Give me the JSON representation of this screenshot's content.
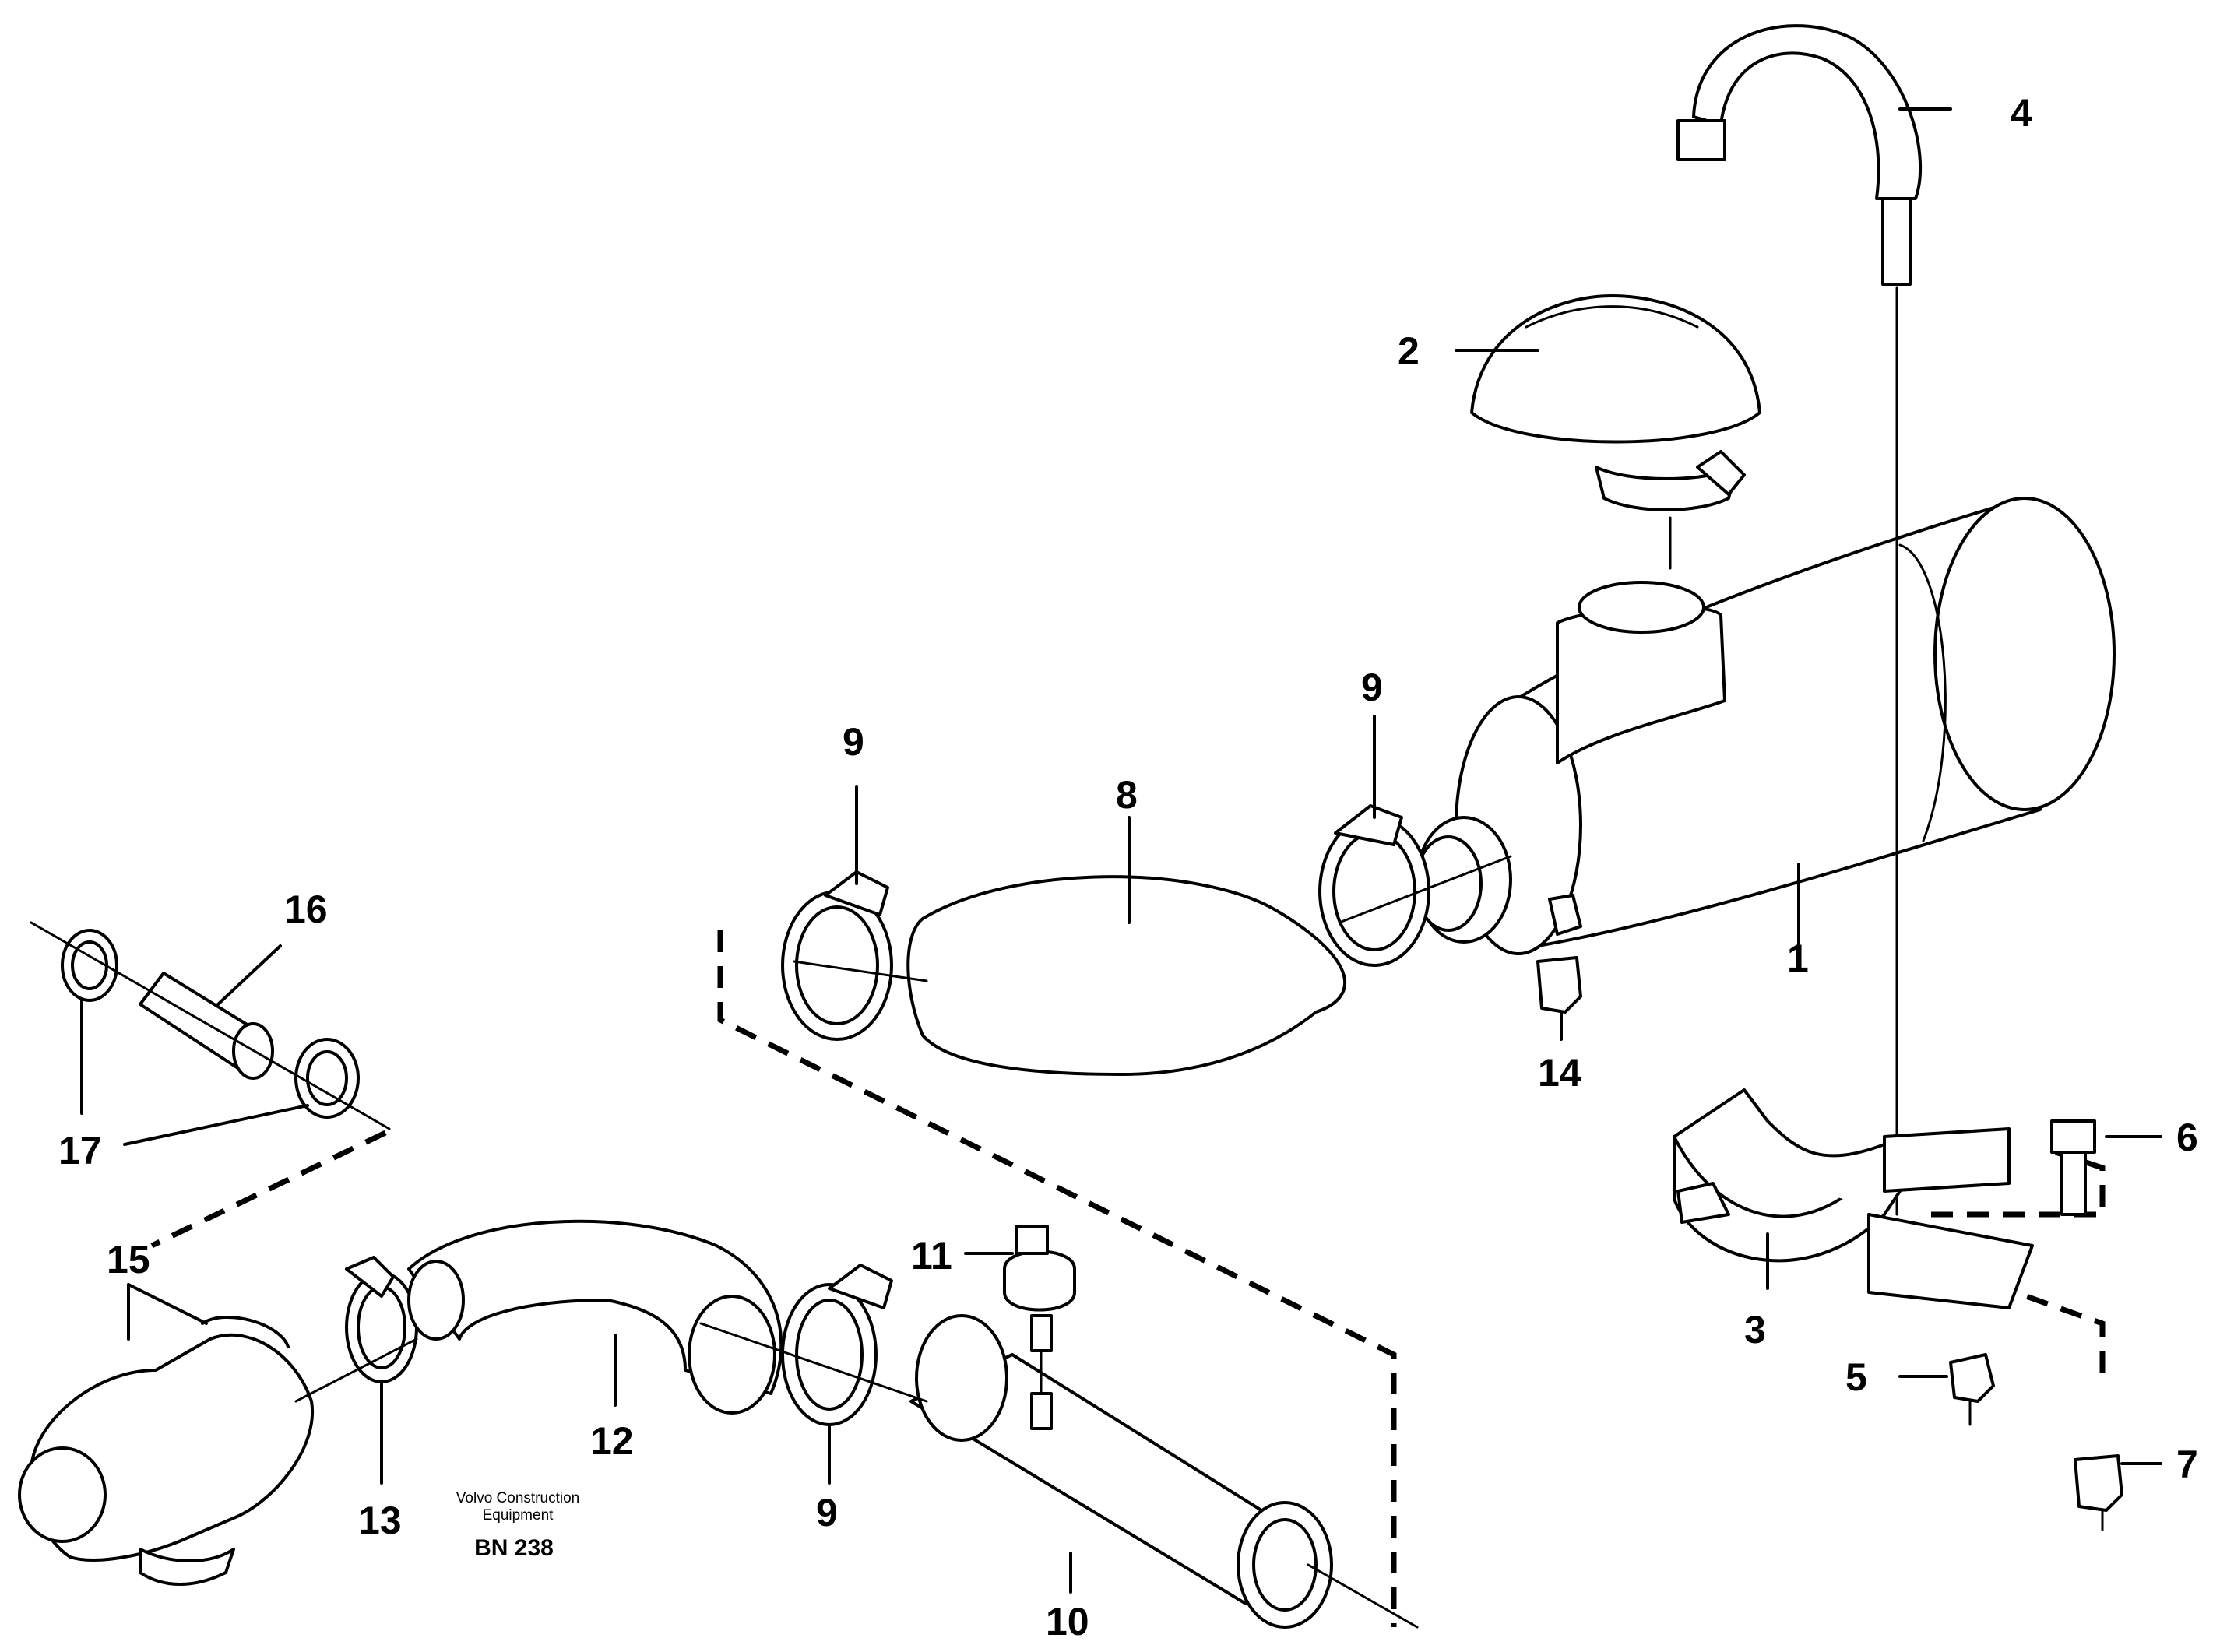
{
  "callouts": [
    {
      "id": "1",
      "label": "1"
    },
    {
      "id": "2",
      "label": "2"
    },
    {
      "id": "3",
      "label": "3"
    },
    {
      "id": "4",
      "label": "4"
    },
    {
      "id": "5",
      "label": "5"
    },
    {
      "id": "6",
      "label": "6"
    },
    {
      "id": "7",
      "label": "7"
    },
    {
      "id": "8",
      "label": "8"
    },
    {
      "id": "9a",
      "label": "9"
    },
    {
      "id": "9b",
      "label": "9"
    },
    {
      "id": "9c",
      "label": "9"
    },
    {
      "id": "10",
      "label": "10"
    },
    {
      "id": "11",
      "label": "11"
    },
    {
      "id": "12",
      "label": "12"
    },
    {
      "id": "13",
      "label": "13"
    },
    {
      "id": "14",
      "label": "14"
    },
    {
      "id": "15",
      "label": "15"
    },
    {
      "id": "16",
      "label": "16"
    },
    {
      "id": "17",
      "label": "17"
    }
  ],
  "footer": {
    "brand_line1": "Volvo Construction",
    "brand_line2": "Equipment",
    "code": "BN 238"
  }
}
